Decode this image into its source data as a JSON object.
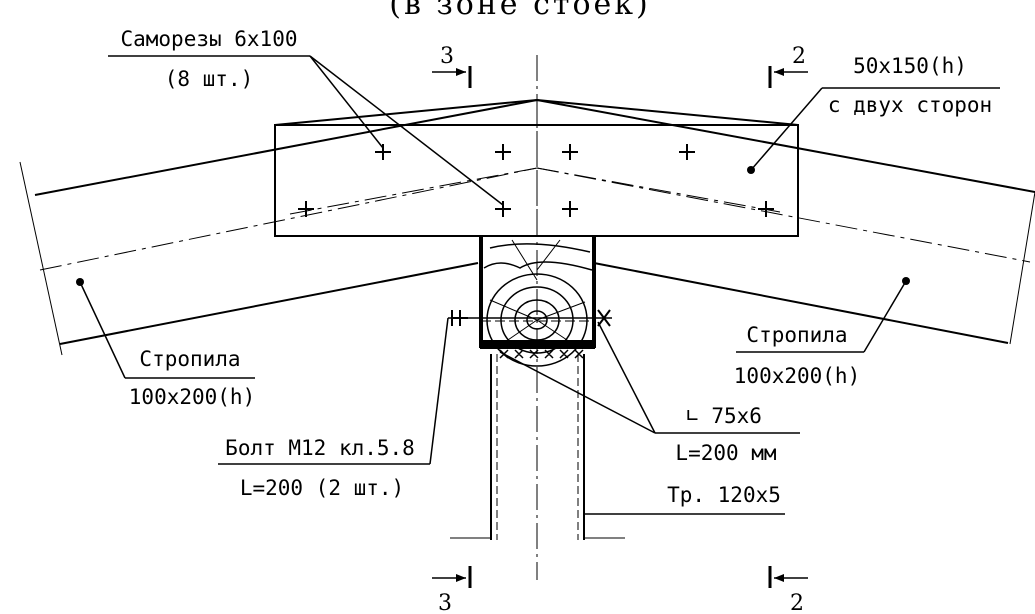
{
  "title": "(в зоне стоек)",
  "labels": {
    "screws_name": "Саморезы 6х100",
    "screws_qty": "(8 шт.)",
    "board_size": "50х150(h)",
    "board_note": "с двух сторон",
    "rafter_left_name": "Стропила",
    "rafter_left_size": "100х200(h)",
    "rafter_right_name": "Стропила",
    "rafter_right_size": "100х200(h)",
    "bolt_name": "Болт М12 кл.5.8",
    "bolt_len": "L=200 (2 шт.)",
    "angle_name": "∟ 75х6",
    "angle_len": "L=200 мм",
    "pipe_name": "Тр. 120х5"
  },
  "sections": {
    "s3_top": "3",
    "s2_top": "2",
    "s3_bottom": "3",
    "s2_bottom": "2"
  }
}
